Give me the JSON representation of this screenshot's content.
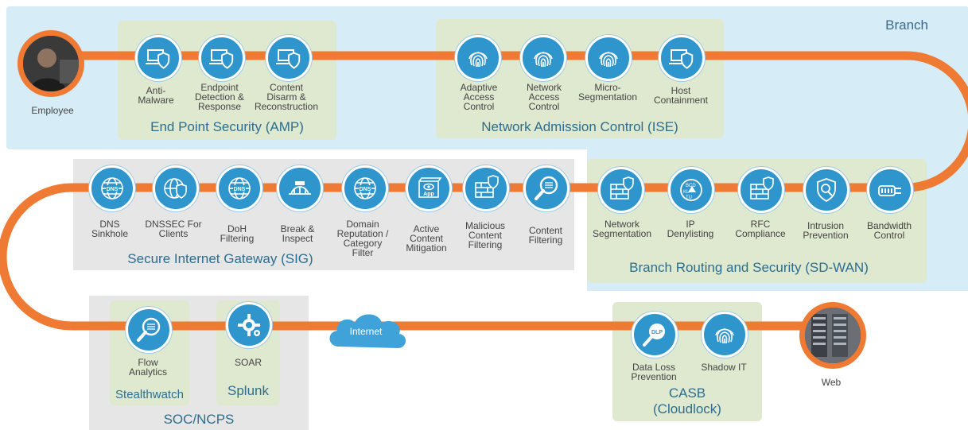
{
  "branch_label": "Branch",
  "employee_label": "Employee",
  "web_label": "Web",
  "internet_label": "Internet",
  "colors": {
    "path": "#ee7a33",
    "icon": "#2f96cd",
    "branch_bg": "#d6ecf7",
    "group_green": "#dfe9cf",
    "group_gray": "#e6e6e6",
    "title": "#2c6e8f"
  },
  "groups": {
    "amp": {
      "title": "End Point Security (AMP)"
    },
    "ise": {
      "title": "Network Admission Control (ISE)"
    },
    "sdwan": {
      "title": "Branch Routing and Security (SD-WAN)"
    },
    "sig": {
      "title": "Secure Internet Gateway (SIG)"
    },
    "soc": {
      "title": "SOC/NCPS"
    },
    "stealthwatch": {
      "title": "Stealthwatch"
    },
    "splunk": {
      "title": "Splunk"
    },
    "casb": {
      "title": "CASB\n(Cloudlock)"
    }
  },
  "items": {
    "anti_malware": {
      "label": "Anti-\nMalware",
      "icon": "laptop-shield-icon"
    },
    "edr": {
      "label": "Endpoint\nDetection &\nResponse",
      "icon": "laptop-shield-icon"
    },
    "cdr": {
      "label": "Content\nDisarm &\nReconstruction",
      "icon": "laptop-shield-icon"
    },
    "aac": {
      "label": "Adaptive\nAccess\nControl",
      "icon": "fingerprint-icon"
    },
    "nac": {
      "label": "Network\nAccess\nControl",
      "icon": "fingerprint-icon"
    },
    "microseg": {
      "label": "Micro-\nSegmentation",
      "icon": "fingerprint-icon"
    },
    "host_containment": {
      "label": "Host\nContainment",
      "icon": "laptop-shield-icon"
    },
    "net_seg": {
      "label": "Network\nSegmentation",
      "icon": "firewall-shield-icon"
    },
    "ip_deny": {
      "label": "IP\nDenylisting",
      "icon": "ip-search-icon"
    },
    "rfc": {
      "label": "RFC\nCompliance",
      "icon": "firewall-shield-icon"
    },
    "ips": {
      "label": "Intrusion\nPrevention",
      "icon": "shield-search-icon"
    },
    "bandwidth": {
      "label": "Bandwidth\nControl",
      "icon": "plug-icon"
    },
    "dns_sinkhole": {
      "label": "DNS\nSinkhole",
      "icon": "dns-globe-icon"
    },
    "dnssec": {
      "label": "DNSSEC For\nClients",
      "icon": "globe-shield-icon"
    },
    "doh": {
      "label": "DoH\nFiltering",
      "icon": "dns-globe-icon"
    },
    "break_inspect": {
      "label": "Break &\nInspect",
      "icon": "bridge-icon"
    },
    "domain_rep": {
      "label": "Domain\nReputation /\nCategory\nFilter",
      "icon": "dns-globe-icon"
    },
    "active_content": {
      "label": "Active\nContent\nMitigation",
      "icon": "app-eye-icon"
    },
    "malicious_content": {
      "label": "Malicious\nContent\nFiltering",
      "icon": "firewall-shield-icon"
    },
    "content_filtering": {
      "label": "Content\nFiltering",
      "icon": "magnifier-icon"
    },
    "flow_analytics": {
      "label": "Flow\nAnalytics",
      "icon": "magnifier-icon"
    },
    "soar": {
      "label": "SOAR",
      "icon": "gears-icon"
    },
    "dlp": {
      "label": "Data Loss\nPrevention",
      "icon": "dlp-magnifier-icon"
    },
    "shadow_it": {
      "label": "Shadow IT",
      "icon": "fingerprint-icon"
    }
  }
}
